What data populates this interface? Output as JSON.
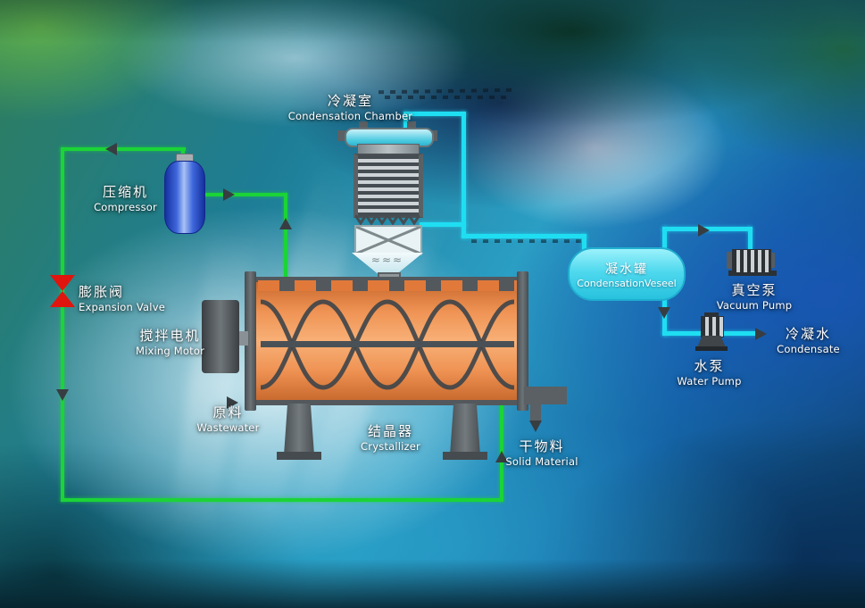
{
  "diagram": {
    "nodes": {
      "condensation_chamber": {
        "zh": "冷凝室",
        "en": "Condensation Chamber"
      },
      "compressor": {
        "zh": "压缩机",
        "en": "Compressor"
      },
      "expansion_valve": {
        "zh": "膨胀阀",
        "en": "Expansion Valve"
      },
      "mixing_motor": {
        "zh": "搅拌电机",
        "en": "Mixing Motor"
      },
      "wastewater_inlet": {
        "zh": "原料",
        "en": "Wastewater"
      },
      "crystallizer": {
        "zh": "结晶器",
        "en": "Crystallizer"
      },
      "solid_material_outlet": {
        "zh": "干物料",
        "en": "Solid Material"
      },
      "condensation_vessel": {
        "zh": "凝水罐",
        "en": "CondensationVeseel"
      },
      "vacuum_pump": {
        "zh": "真空泵",
        "en": "Vacuum Pump"
      },
      "water_pump": {
        "zh": "水泵",
        "en": "Water Pump"
      },
      "condensate_outlet": {
        "zh": "冷凝水",
        "en": "Condensate"
      }
    },
    "steam_marks": "≈≈≈",
    "colors": {
      "refrigerant_pipe_green": "#1bd437",
      "vapor_pipe_cyan": "#1fdef2",
      "condensation_vessel_fill": "#49d6ec",
      "crystallizer_fill": "#ef9354",
      "machine_frame_gray": "#53585d",
      "compressor_blue": "#2b50d4",
      "expansion_valve_red": "#e0150e",
      "flow_arrow_dark": "#383d42",
      "label_text": "#ffffff"
    }
  }
}
